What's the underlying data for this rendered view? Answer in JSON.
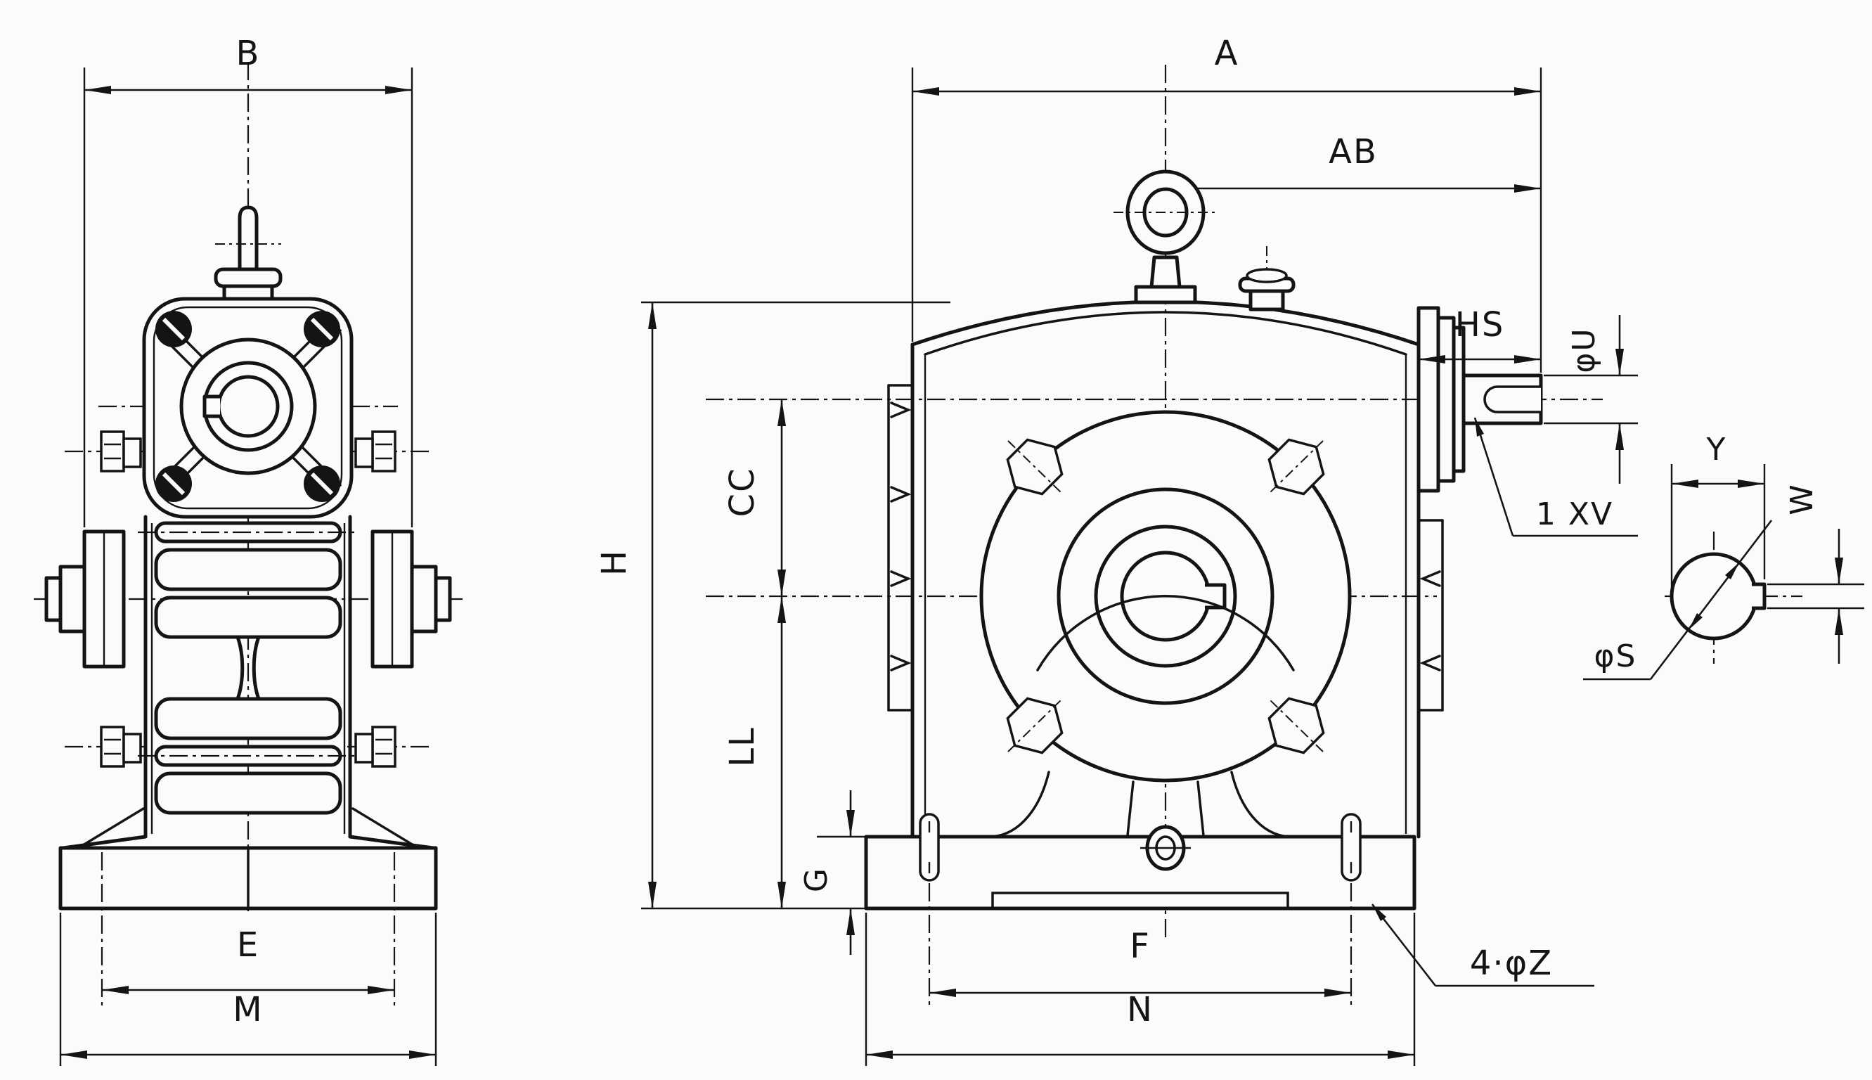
{
  "drawing": {
    "kind": "engineering dimension outline drawing",
    "subject": "worm gear speed reducer, two orthographic views plus shaft section detail",
    "colors": {
      "ink": "#141414",
      "paper": "#fbfbfa"
    }
  },
  "labels": {
    "side_view": {
      "B": "B",
      "E": "E",
      "M": "M"
    },
    "front_view": {
      "A": "A",
      "AB": "AB",
      "HS": "HS",
      "phi_u": "φU",
      "H": "H",
      "CC": "CC",
      "LL": "LL",
      "G": "G",
      "F": "F",
      "N": "N",
      "mounting_holes": "4·φZ",
      "input_keyway": "1 XV"
    },
    "shaft_detail": {
      "Y": "Y",
      "W": "W",
      "phi_s": "φS"
    }
  }
}
